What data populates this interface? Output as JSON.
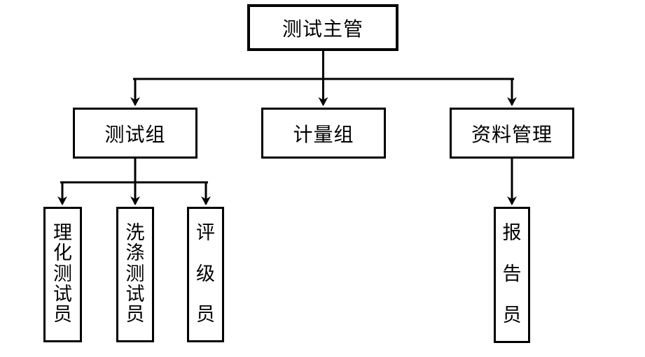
{
  "diagram": {
    "type": "org-chart",
    "background_color": "#ffffff",
    "line_color": "#000000",
    "box_fill_color": "#ffffff",
    "box_border_color": "#000000",
    "root": {
      "id": "test-supervisor",
      "label": "测试主管"
    },
    "level2": [
      {
        "id": "test-group",
        "label": "测试组",
        "parent": "test-supervisor"
      },
      {
        "id": "metrology-group",
        "label": "计量组",
        "parent": "test-supervisor"
      },
      {
        "id": "data-management",
        "label": "资料管理",
        "parent": "test-supervisor"
      }
    ],
    "level3": [
      {
        "id": "physical-chemical-tester",
        "label": "理化测试员",
        "parent": "test-group",
        "text_orientation": "vertical"
      },
      {
        "id": "washing-tester",
        "label": "洗涤测试员",
        "parent": "test-group",
        "text_orientation": "vertical"
      },
      {
        "id": "grader",
        "label": "评级员",
        "parent": "test-group",
        "text_orientation": "vertical"
      },
      {
        "id": "reporter",
        "label": "报告员",
        "parent": "data-management",
        "text_orientation": "vertical"
      }
    ]
  }
}
